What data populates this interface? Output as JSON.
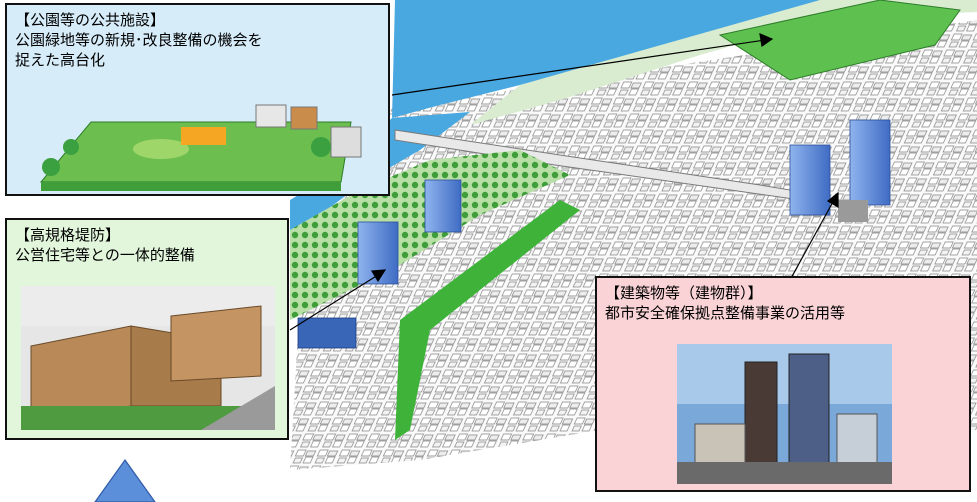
{
  "callouts": {
    "park": {
      "title": "【公園等の公共施設】",
      "line1": "公園緑地等の新規･改良整備の機会を",
      "line2": "捉えた高台化"
    },
    "levee": {
      "title": "【高規格堤防】",
      "line1": "公営住宅等との一体的整備"
    },
    "building": {
      "title": "【建築物等（建物群）】",
      "line1": "都市安全確保拠点整備事業の活用等"
    }
  },
  "colors": {
    "river": "#4aa8e0",
    "park_box_bg": "#d6ecf9",
    "levee_box_bg": "#e2f6dc",
    "building_box_bg": "#f9d3d6",
    "green_space": "#3fb23a",
    "tower_blue": "#5b86d6"
  },
  "icons": {
    "arrow": "pointer-arrow",
    "blue_arrow": "blue-block-arrow"
  }
}
